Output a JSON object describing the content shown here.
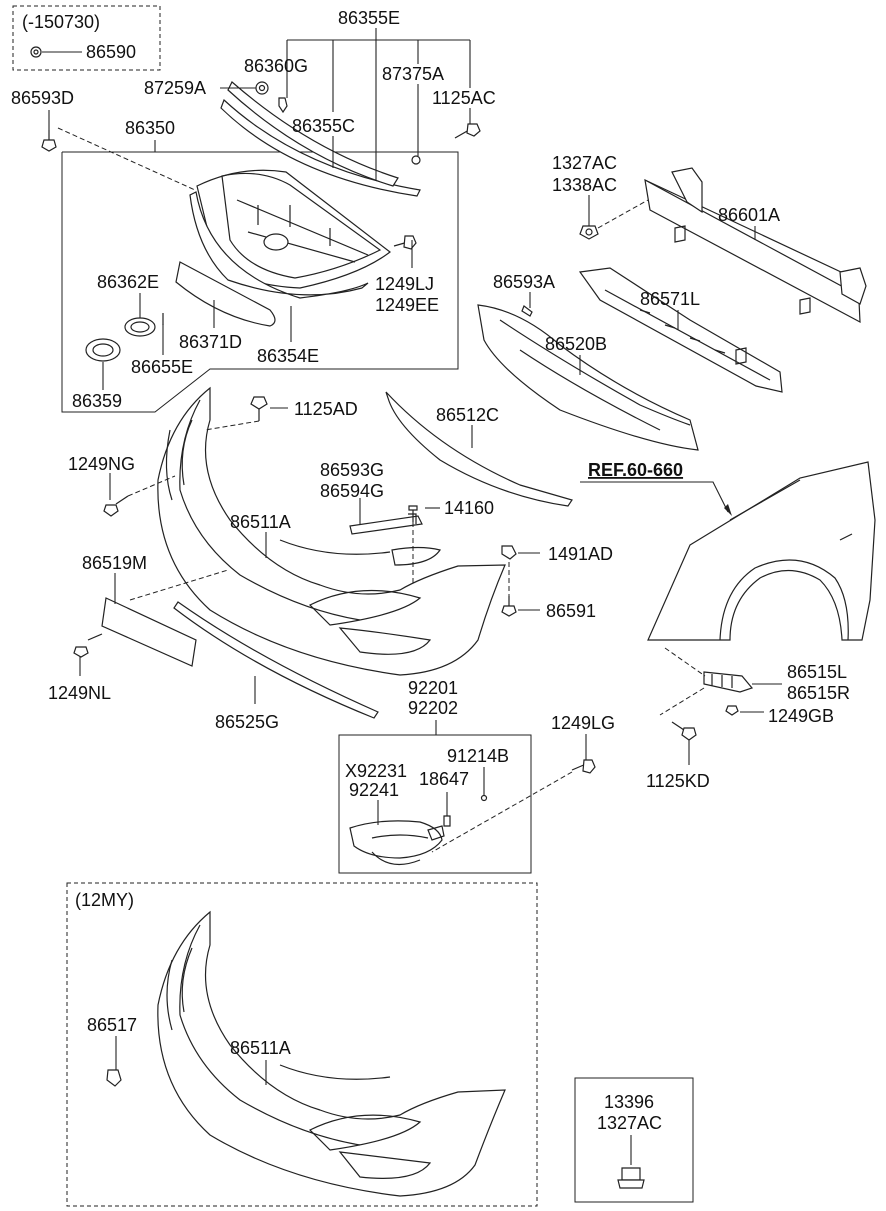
{
  "diagram": {
    "labels": {
      "code_150730": "(-150730)",
      "p86590": "86590",
      "p86355E": "86355E",
      "p86360G": "86360G",
      "p87375A": "87375A",
      "p87259A": "87259A",
      "p1125AC": "1125AC",
      "p86593D": "86593D",
      "p86355C": "86355C",
      "p86350": "86350",
      "p1327AC_top": "1327AC",
      "p1338AC": "1338AC",
      "p86601A": "86601A",
      "p86362E": "86362E",
      "p1249LJ": "1249LJ",
      "p1249EE": "1249EE",
      "p86593A": "86593A",
      "p86571L": "86571L",
      "p86371D": "86371D",
      "p86354E": "86354E",
      "p86655E": "86655E",
      "p86520B": "86520B",
      "p86359": "86359",
      "p1125AD": "1125AD",
      "p86512C": "86512C",
      "p1249NG": "1249NG",
      "p86593G": "86593G",
      "p86594G": "86594G",
      "ref": "REF.60-660",
      "p14160": "14160",
      "p86511A_top": "86511A",
      "p1491AD": "1491AD",
      "p86519M": "86519M",
      "p86591": "86591",
      "p86515L": "86515L",
      "p86515R": "86515R",
      "p1249GB": "1249GB",
      "p1249NL": "1249NL",
      "p92201": "92201",
      "p92202": "92202",
      "p86525G": "86525G",
      "p1249LG": "1249LG",
      "p91214B": "91214B",
      "pX92231": "X92231",
      "p18647": "18647",
      "p92241": "92241",
      "p1125KD": "1125KD",
      "code_12MY": "(12MY)",
      "p86517": "86517",
      "p86511A_bottom": "86511A",
      "p13396": "13396",
      "p1327AC_box": "1327AC"
    }
  }
}
